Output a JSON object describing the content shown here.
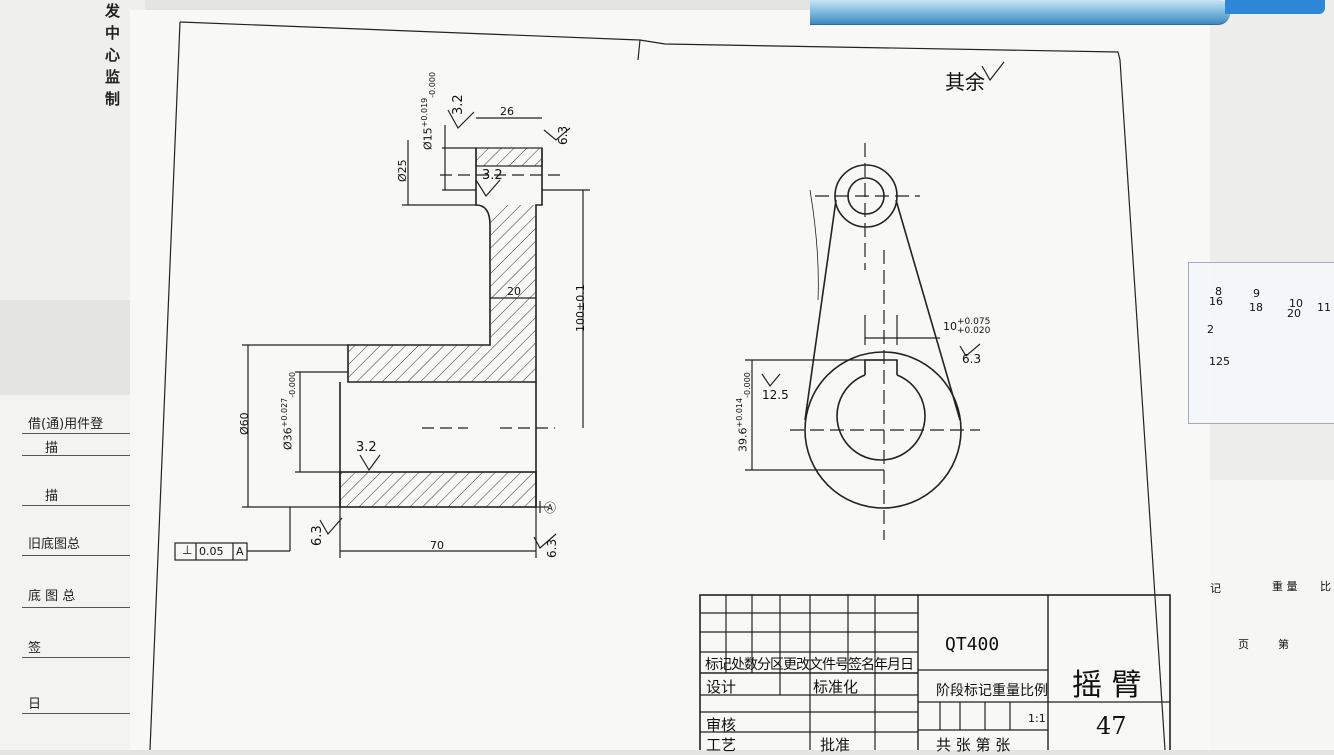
{
  "side_text": [
    "发",
    "中",
    "心",
    "监",
    "制"
  ],
  "side_form": [
    "借(通)用件登",
    "描",
    "描",
    "旧底图总",
    "底 图 总",
    "签",
    "日"
  ],
  "remarks_label": "其余",
  "surface_finish": {
    "top_outer": "3.2",
    "top_right": "6.3",
    "top_inner": "3.2",
    "bore": "3.2",
    "bottom_left": "6.3",
    "bottom_right": "6.3",
    "keyway": "6.3",
    "bore_side": "12.5"
  },
  "dimensions": {
    "hub_top_width": "26",
    "top_bore_dia": "Ø15",
    "top_bore_tol_upper": "+0.019",
    "top_bore_tol_lower": "-0.000",
    "top_dia": "Ø25",
    "arm_thickness": "20",
    "center_distance": "100±0.1",
    "outer_dia": "Ø60",
    "bore_dia": "Ø36",
    "bore_tol_upper": "+0.027",
    "bore_tol_lower": "-0.000",
    "overall_width": "70",
    "key_width": "10",
    "key_tol_upper": "+0.075",
    "key_tol_lower": "+0.020",
    "key_depth": "39.6",
    "key_depth_tol_upper": "+0.014",
    "key_depth_tol_lower": "-0.000"
  },
  "tolerance_frame": {
    "symbol": "⊥",
    "value": "0.05",
    "datum": "A"
  },
  "datum_label": "Ⓐ",
  "title_block": {
    "material": "QT400",
    "part_name": "摇 臂",
    "drawing_number": "47",
    "scale": "1:1",
    "row_mark": "标记处数分区更改文件号签名年月日",
    "design": "设计",
    "standardize": "标准化",
    "stage": "阶段标记重量比例",
    "review": "审核",
    "process": "工艺",
    "approve": "批准",
    "sheets": "共 张 第 张"
  },
  "right_form": {
    "label1": "记",
    "label2": "重 量",
    "label3": "比",
    "label4": "页",
    "label5": "第"
  },
  "ruler_numbers": [
    "8",
    "9",
    "10",
    "11",
    "16",
    "18",
    "20",
    "2",
    "125"
  ]
}
